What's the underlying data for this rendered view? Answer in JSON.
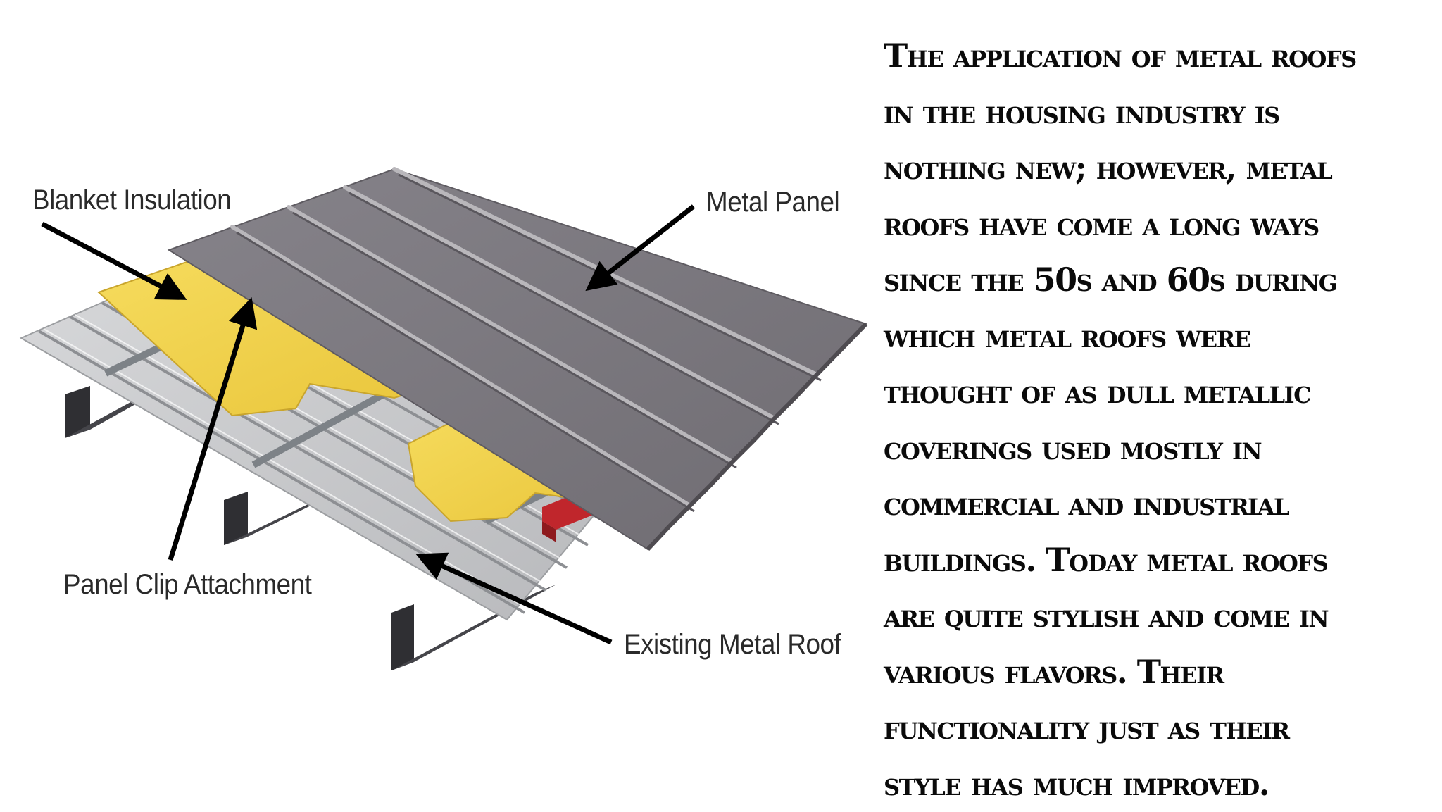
{
  "diagram": {
    "labels": {
      "blanket_insulation": "Blanket Insulation",
      "metal_panel": "Metal Panel",
      "panel_clip_attachment": "Panel Clip Attachment",
      "existing_metal_roof": "Existing Metal Roof"
    },
    "colors": {
      "metal_panel": "#7e7b80",
      "insulation": "#f2d24a",
      "existing_roof": "#c9cacc",
      "purlin": "#3c3c40",
      "clip_rail": "#8a8f94",
      "clip_bracket": "#c0262c",
      "arrow": "#000000"
    }
  },
  "paragraph": {
    "lines": [
      "The application of metal roofs",
      "in the housing industry is",
      "nothing new; however, metal",
      "roofs have come a long ways",
      "since the 50s and 60s during",
      "which metal roofs were",
      "thought of as dull metallic",
      "coverings used mostly in",
      "commercial and industrial",
      "buildings. Today metal roofs",
      "are quite stylish and come in",
      "various flavors. Their",
      "functionality just as their",
      "style has much improved."
    ]
  }
}
